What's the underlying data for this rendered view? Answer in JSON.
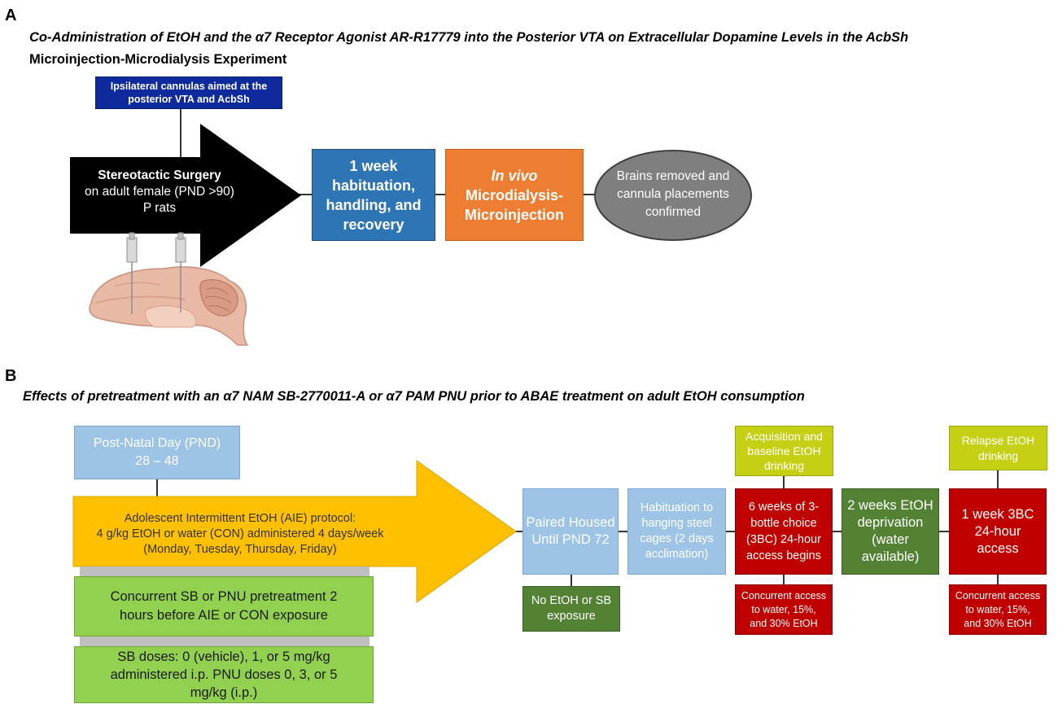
{
  "panel_a": {
    "letter": "A",
    "title_line1": "Co-Administration of EtOH and the α7 Receptor Agonist AR-R17779 into the Posterior VTA on Extracellular Dopamine Levels in the AcbSh",
    "title_line2": "Microinjection-Microdialysis Experiment",
    "cannula_note": [
      "Ipsilateral cannulas aimed at the",
      "posterior VTA and AcbSh"
    ],
    "arrow_text": {
      "line1": "Stereotactic Surgery",
      "line2": "on adult female (PND >90)",
      "line3": "P rats"
    },
    "step_habituation": [
      "1 week",
      "habituation,",
      "handling, and",
      "recovery"
    ],
    "step_microdialysis": {
      "line1": "In vivo",
      "line2": "Microdialysis-",
      "line3": "Microinjection"
    },
    "step_brains": [
      "Brains removed and",
      "cannula placements",
      "confirmed"
    ]
  },
  "panel_b": {
    "letter": "B",
    "title": "Effects of pretreatment with an α7 NAM SB-2770011-A or α7 PAM PNU prior to ABAE treatment on adult EtOH consumption",
    "pnd_box": [
      "Post-Natal Day (PND)",
      "28 – 48"
    ],
    "aie_protocol": [
      "Adolescent Intermittent EtOH (AIE) protocol:",
      "4 g/kg EtOH or water (CON) administered 4 days/week",
      "(Monday, Tuesday, Thursday, Friday)"
    ],
    "concurrent_pretreatment": [
      "Concurrent SB or PNU pretreatment 2",
      "hours before AIE or CON exposure"
    ],
    "doses": [
      "SB doses: 0 (vehicle), 1, or 5 mg/kg",
      "administered i.p. PNU doses 0, 3, or 5",
      "mg/kg (i.p.)"
    ],
    "paired_housed": [
      "Paired Housed",
      "Until PND 72"
    ],
    "no_etoh": [
      "No EtOH or SB",
      "exposure"
    ],
    "habituation_cages": [
      "Habituation to",
      "hanging steel",
      "cages (2 days",
      "acclimation)"
    ],
    "acquisition": [
      "Acquisition and",
      "baseline EtOH",
      "drinking"
    ],
    "six_weeks": [
      "6 weeks of 3-",
      "bottle choice",
      "(3BC) 24-hour",
      "access begins"
    ],
    "concurrent_access_1": [
      "Concurrent access",
      "to water, 15%,",
      "and 30% EtOH"
    ],
    "deprivation": [
      "2 weeks EtOH",
      "deprivation",
      "(water",
      "available)"
    ],
    "relapse": [
      "Relapse EtOH",
      "drinking"
    ],
    "one_week": [
      "1 week 3BC",
      "24-hour",
      "access"
    ],
    "concurrent_access_2": [
      "Concurrent access",
      "to water, 15%,",
      "and 30% EtOH"
    ]
  },
  "colors": {
    "navy": "#0f2a9c",
    "blue_step": "#2e75b6",
    "orange_step": "#ed7d31",
    "grey_ellipse": "#7f7f7f",
    "light_blue": "#9dc3e6",
    "gold": "#ffc000",
    "light_green": "#92d050",
    "dark_green": "#548235",
    "red": "#c00000",
    "yellow_green": "#c5cf14"
  }
}
